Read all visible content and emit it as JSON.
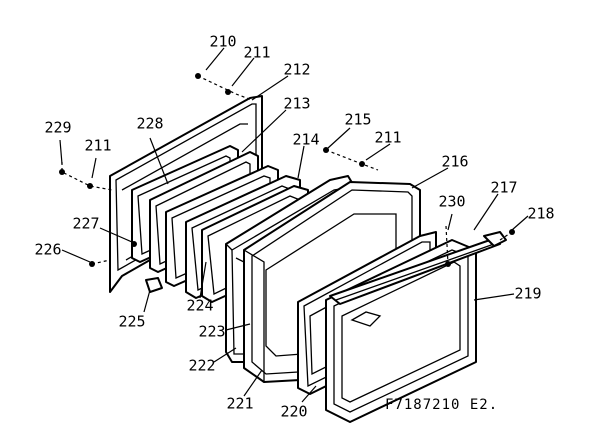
{
  "callouts": [
    {
      "id": "210",
      "label": "210"
    },
    {
      "id": "211-top",
      "label": "211"
    },
    {
      "id": "212",
      "label": "212"
    },
    {
      "id": "213",
      "label": "213"
    },
    {
      "id": "214",
      "label": "214"
    },
    {
      "id": "215",
      "label": "215"
    },
    {
      "id": "211-right",
      "label": "211"
    },
    {
      "id": "216",
      "label": "216"
    },
    {
      "id": "217",
      "label": "217"
    },
    {
      "id": "218",
      "label": "218"
    },
    {
      "id": "219",
      "label": "219"
    },
    {
      "id": "220",
      "label": "220"
    },
    {
      "id": "221",
      "label": "221"
    },
    {
      "id": "222",
      "label": "222"
    },
    {
      "id": "223",
      "label": "223"
    },
    {
      "id": "224",
      "label": "224"
    },
    {
      "id": "225",
      "label": "225"
    },
    {
      "id": "226",
      "label": "226"
    },
    {
      "id": "227",
      "label": "227"
    },
    {
      "id": "228",
      "label": "228"
    },
    {
      "id": "229",
      "label": "229"
    },
    {
      "id": "211-left",
      "label": "211"
    },
    {
      "id": "230",
      "label": "230"
    }
  ],
  "model_code": "F7187210 E2."
}
